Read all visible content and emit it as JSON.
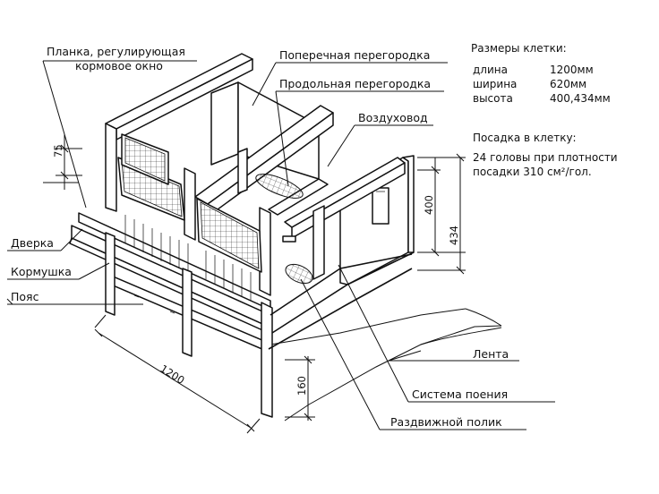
{
  "labels": {
    "planka_line1": "Планка, регулирующая",
    "planka_line2": "кормовое окно",
    "poperechnaya": "Поперечная перегородка",
    "prodolnaya": "Продольная перегородка",
    "vozdukhovod": "Воздуховод",
    "dverka": "Дверка",
    "kormushka": "Кормушка",
    "poyas": "Пояс",
    "lenta": "Лента",
    "sistema_poeniya": "Система поения",
    "razdvizhnoy_polik": "Раздвижной полик"
  },
  "specs": {
    "title": "Размеры клетки:",
    "rows": [
      {
        "name": "длина",
        "value": "1200мм"
      },
      {
        "name": "ширина",
        "value": "620мм"
      },
      {
        "name": "высота",
        "value": "400,434мм"
      }
    ],
    "posadka_title": "Посадка в клетку:",
    "posadka_line1": "24 головы при плотности",
    "posadka_line2": "посадки 310 см²/гол."
  },
  "dimensions": {
    "d75": "75",
    "d400": "400",
    "d434": "434",
    "d1200": "1200",
    "d160": "160"
  }
}
